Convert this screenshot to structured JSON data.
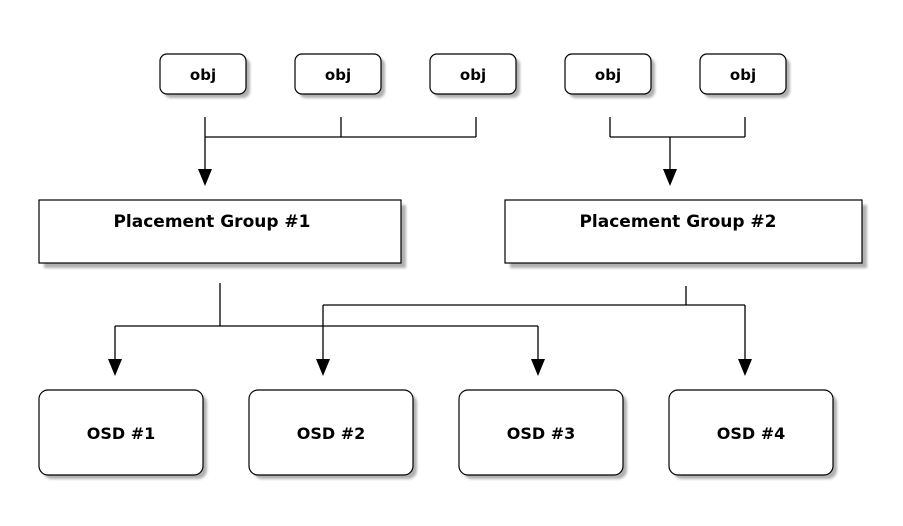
{
  "objects": [
    {
      "label": "obj"
    },
    {
      "label": "obj"
    },
    {
      "label": "obj"
    },
    {
      "label": "obj"
    },
    {
      "label": "obj"
    }
  ],
  "placement_groups": [
    {
      "label": "Placement Group #1"
    },
    {
      "label": "Placement Group #2"
    }
  ],
  "osds": [
    {
      "label": "OSD #1"
    },
    {
      "label": "OSD #2"
    },
    {
      "label": "OSD #3"
    },
    {
      "label": "OSD #4"
    }
  ],
  "colors": {
    "box_fill": "#ffffff",
    "box_stroke": "#000000",
    "shadow": "#b0b0b0",
    "line": "#000000"
  }
}
